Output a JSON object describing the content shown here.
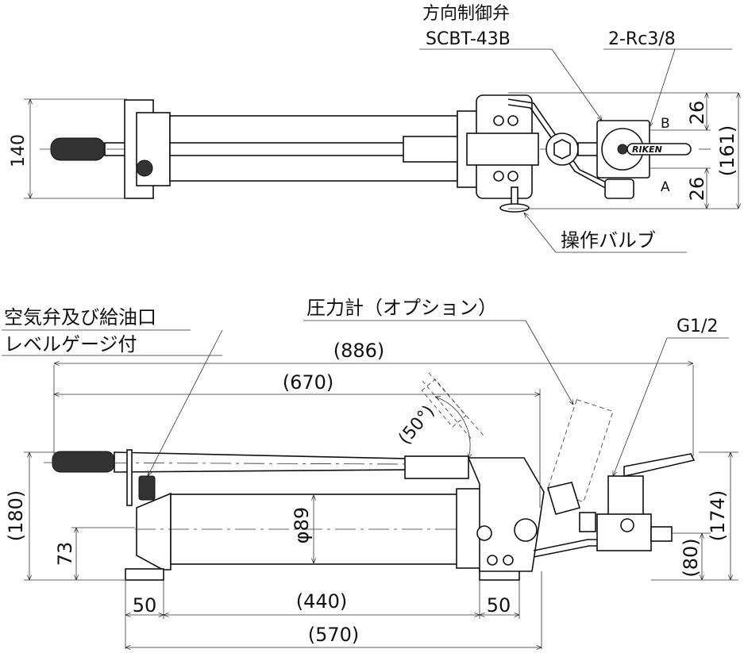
{
  "top_view": {
    "valve_label": "方向制御弁",
    "valve_model": "SCBT-43B",
    "port_label": "2-Rc3/8",
    "height_dim": "140",
    "port_b_dim": "26",
    "port_a_dim": "26",
    "total_height_dim": "(161)",
    "port_b": "B",
    "port_a": "A",
    "operating_valve_label": "操作バルブ",
    "brand_logo": "RIKEN"
  },
  "side_view": {
    "air_valve_label_line1": "空気弁及び給油口",
    "air_valve_label_line2": "レベルゲージ付",
    "pressure_gauge_label": "圧力計（オプション）",
    "port_thread_label": "G1/2",
    "overall_length_dim": "(886)",
    "handle_length_dim": "(670)",
    "handle_angle_dim": "(50°)",
    "overall_height_dim": "(180)",
    "center_height_dim": "73",
    "cylinder_dia_dim": "φ89",
    "valve_height_dim": "(174)",
    "port_height_dim": "(80)",
    "left_foot_dim": "50",
    "foot_span_dim": "(440)",
    "right_foot_dim": "50",
    "base_length_dim": "(570)"
  }
}
